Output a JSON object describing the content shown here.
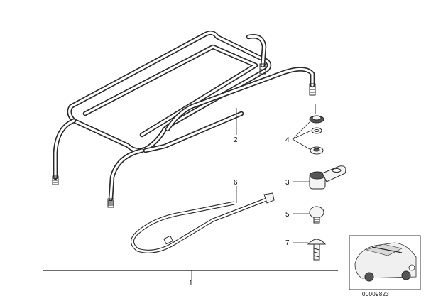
{
  "callouts": {
    "c1": "1",
    "c2": "2",
    "c3": "3",
    "c4": "4",
    "c5": "5",
    "c6": "6",
    "c7": "7"
  },
  "inset": {
    "code": "00009823"
  },
  "icons": {
    "rack": "luggage-rack-icon",
    "strap": "strap-icon",
    "car": "car-thumbnail-icon"
  }
}
